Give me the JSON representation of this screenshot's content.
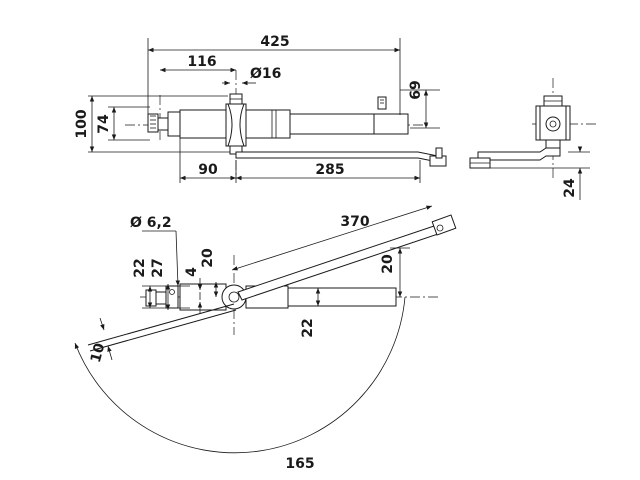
{
  "dimensions": {
    "d425": "425",
    "d116": "116",
    "d16": "Ø16",
    "d69": "69",
    "d100": "100",
    "d74": "74",
    "d90": "90",
    "d285": "285",
    "d24": "24",
    "d370": "370",
    "d62": "Ø 6,2",
    "d22a": "22",
    "d27": "27",
    "d4": "4",
    "d20a": "20",
    "d20b": "20",
    "d22b": "22",
    "d10": "10",
    "d165": "165"
  }
}
